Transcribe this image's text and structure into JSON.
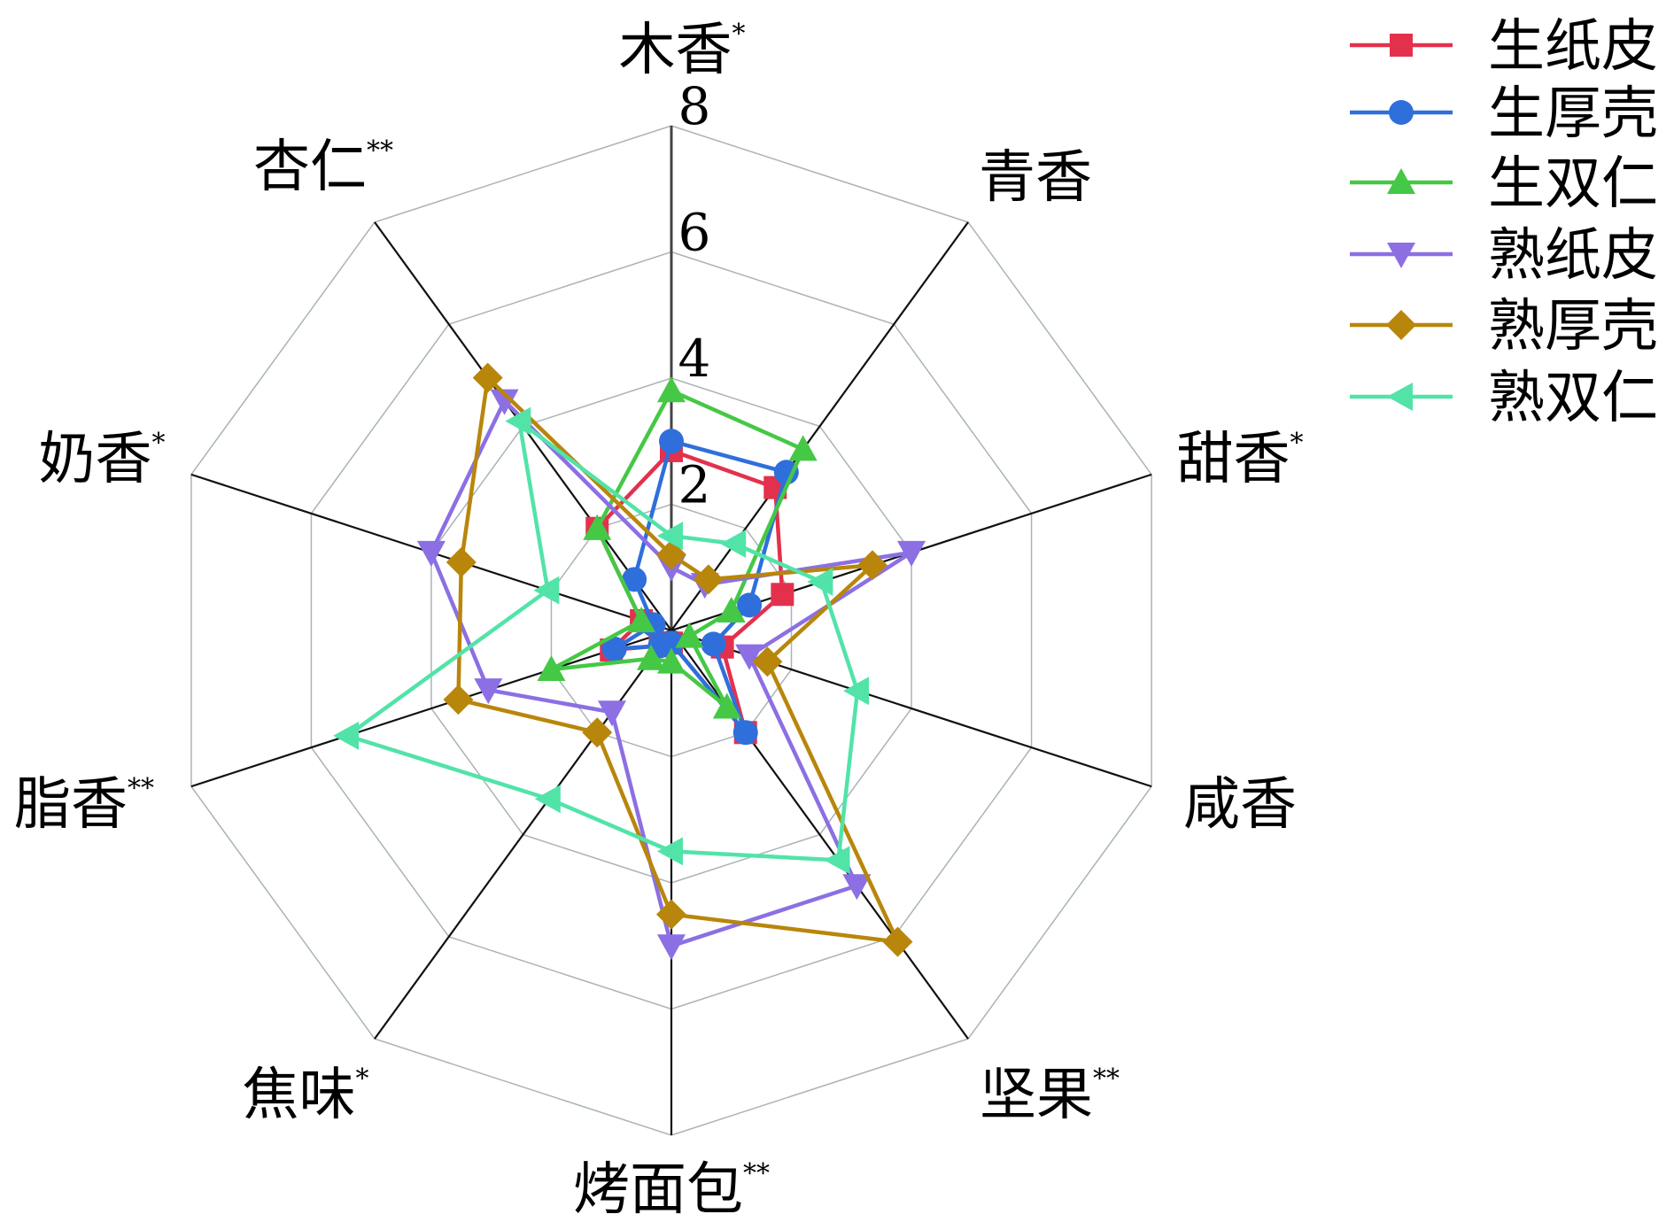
{
  "chart_data": {
    "type": "radar",
    "title": "",
    "axes": [
      "木香",
      "青香",
      "甜香",
      "咸香",
      "坚果",
      "烤面包",
      "焦味",
      "脂香",
      "奶香",
      "杏仁"
    ],
    "axis_marks": [
      "*",
      "",
      "*",
      "",
      "**",
      "**",
      "*",
      "**",
      "*",
      "**"
    ],
    "rlim": [
      0,
      8
    ],
    "ticks": [
      "2",
      "4",
      "6",
      "8"
    ],
    "tick_values": [
      2,
      4,
      6,
      8
    ],
    "grid": true,
    "legend_position": "top-right",
    "series": [
      {
        "name": "生纸皮",
        "color": "#e3314d",
        "marker": "square",
        "values": [
          2.85,
          2.8,
          1.85,
          0.85,
          2.0,
          0.2,
          0.3,
          1.0,
          0.5,
          2.0
        ]
      },
      {
        "name": "生厚壳",
        "color": "#2f6fdc",
        "marker": "circle",
        "values": [
          3.0,
          3.1,
          1.3,
          0.7,
          2.0,
          0.2,
          0.3,
          0.95,
          0.3,
          1.0
        ]
      },
      {
        "name": "生双仁",
        "color": "#45c845",
        "marker": "triangle-up",
        "values": [
          3.8,
          3.55,
          1.0,
          0.3,
          1.5,
          0.5,
          0.55,
          2.0,
          0.5,
          2.0
        ]
      },
      {
        "name": "熟纸皮",
        "color": "#8c6fe3",
        "marker": "triangle-down",
        "values": [
          1.0,
          0.9,
          4.0,
          1.3,
          5.0,
          5.0,
          1.6,
          3.05,
          4.0,
          4.5
        ]
      },
      {
        "name": "熟厚壳",
        "color": "#b8860b",
        "marker": "diamond",
        "values": [
          1.2,
          1.0,
          3.35,
          1.6,
          6.1,
          4.5,
          2.0,
          3.55,
          3.5,
          4.95
        ]
      },
      {
        "name": "熟双仁",
        "color": "#52e3a8",
        "marker": "triangle-left",
        "values": [
          1.5,
          1.7,
          2.5,
          3.1,
          4.5,
          3.5,
          3.3,
          5.4,
          2.06,
          4.1
        ]
      }
    ]
  }
}
